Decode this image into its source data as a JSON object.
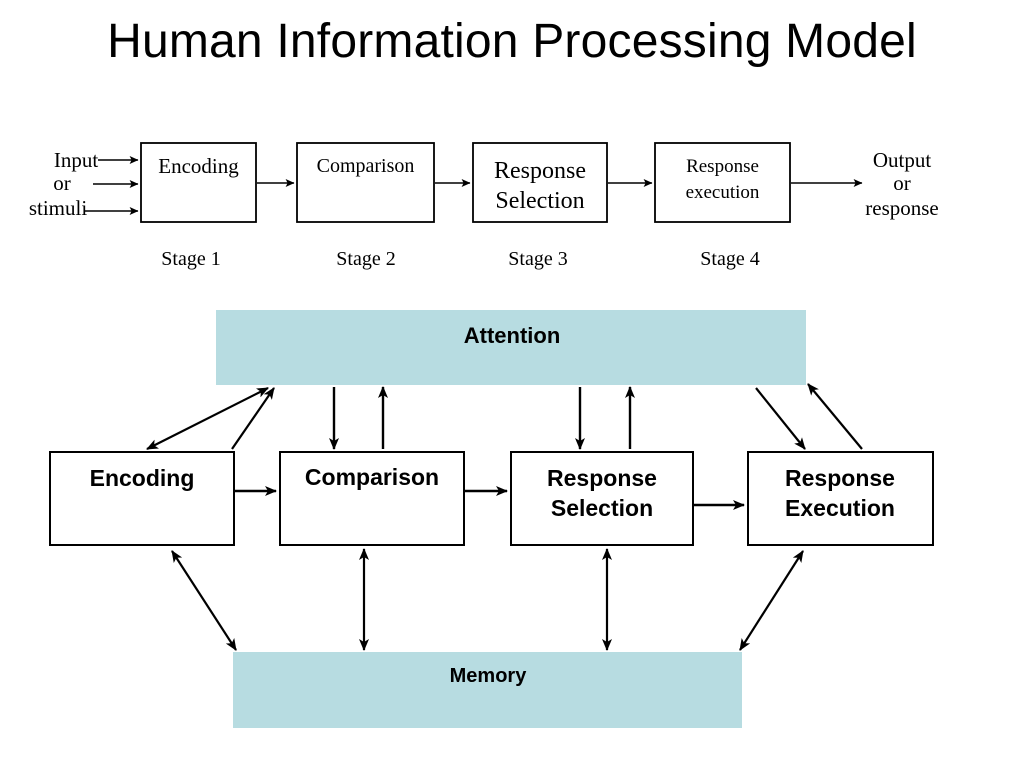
{
  "slide": {
    "title": "Human Information Processing Model",
    "background_color": "#ffffff"
  },
  "colors": {
    "band": "#b7dce1",
    "box_stroke": "#000000",
    "box_fill": "#ffffff",
    "text": "#000000"
  },
  "stage_diagram": {
    "input_label": {
      "line1": "Input",
      "line2": "or",
      "line3": "stimuli"
    },
    "output_label": {
      "line1": "Output",
      "line2": "or",
      "line3": "response"
    },
    "boxes": [
      {
        "id": "encoding",
        "label_line1": "Encoding",
        "label_line2": ""
      },
      {
        "id": "comparison",
        "label_line1": "Comparison",
        "label_line2": ""
      },
      {
        "id": "response-selection",
        "label_line1": "Response",
        "label_line2": "Selection"
      },
      {
        "id": "response-execution",
        "label_line1": "Response",
        "label_line2": "execution"
      }
    ],
    "stage_labels": [
      "Stage 1",
      "Stage 2",
      "Stage 3",
      "Stage 4"
    ]
  },
  "model_diagram": {
    "attention_band": {
      "label": "Attention"
    },
    "memory_band": {
      "label": "Memory"
    },
    "boxes": [
      {
        "id": "encoding",
        "label_line1": "Encoding",
        "label_line2": ""
      },
      {
        "id": "comparison",
        "label_line1": "Comparison",
        "label_line2": ""
      },
      {
        "id": "response-selection",
        "label_line1": "Response",
        "label_line2": "Selection"
      },
      {
        "id": "response-execution",
        "label_line1": "Response",
        "label_line2": "Execution"
      }
    ]
  }
}
